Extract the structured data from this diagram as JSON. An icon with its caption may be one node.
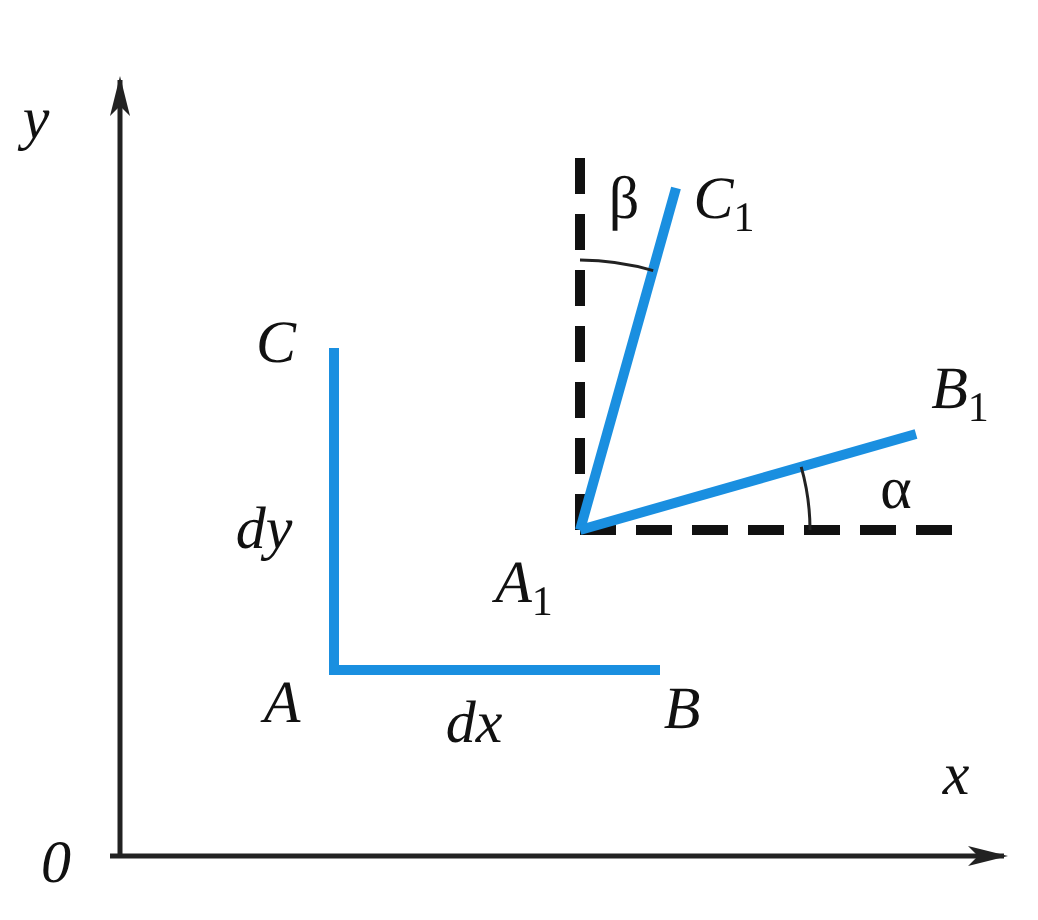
{
  "diagram": {
    "labels": [
      "y",
      "x",
      "0",
      "C",
      "dy",
      "A",
      "dx",
      "B",
      "A$_{1}$",
      "B$_{1}$",
      "C$_{1}$",
      "β",
      "α"
    ]
  }
}
